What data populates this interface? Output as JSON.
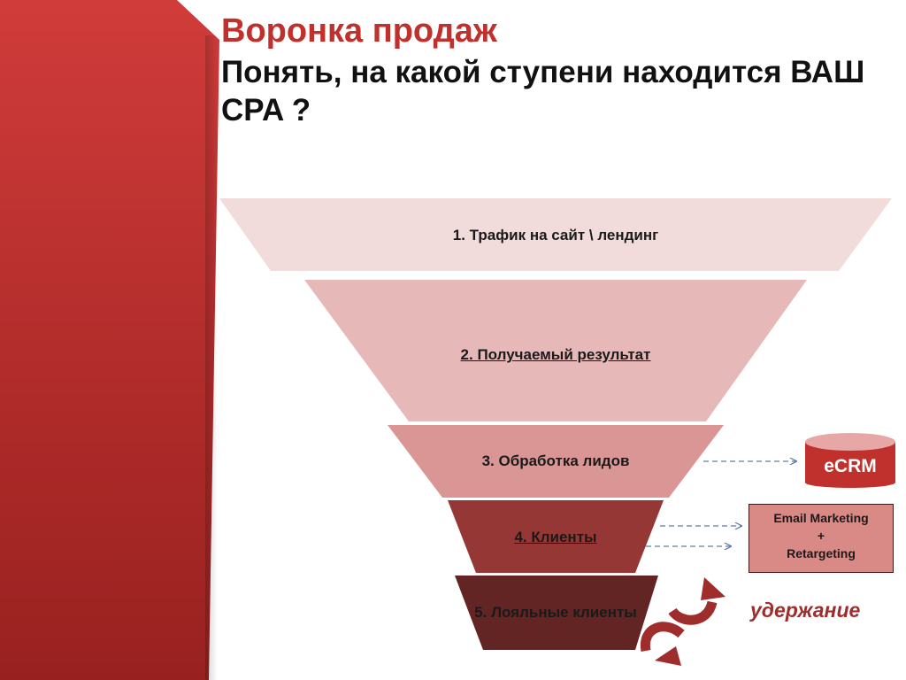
{
  "slide": {
    "title": "Воронка продаж",
    "subtitle": "Понять, на какой ступени находится ВАШ CPA ?"
  },
  "funnel": {
    "stages": [
      {
        "label": "1. Трафик на сайт \\ лендинг",
        "color": "#f2dcdb"
      },
      {
        "label": "2. Получаемый результат",
        "color": "#e6b9b8"
      },
      {
        "label": "3. Обработка лидов",
        "color": "#d99694"
      },
      {
        "label": "4. Клиенты",
        "color": "#953735"
      },
      {
        "label": "5. Лояльные клиенты",
        "color": "#632523"
      }
    ]
  },
  "ecrm": {
    "label": "eCRM",
    "color": "#c0312d"
  },
  "email_box": {
    "line1": "Email Marketing",
    "line2": "+",
    "line3": "Retargeting"
  },
  "retention": {
    "label": "удержание",
    "arrow_color": "#9e2d2b"
  },
  "colors": {
    "accent": "#c0312d",
    "sidebar": "#b12c2b",
    "arrow": "#5b7fa8"
  }
}
